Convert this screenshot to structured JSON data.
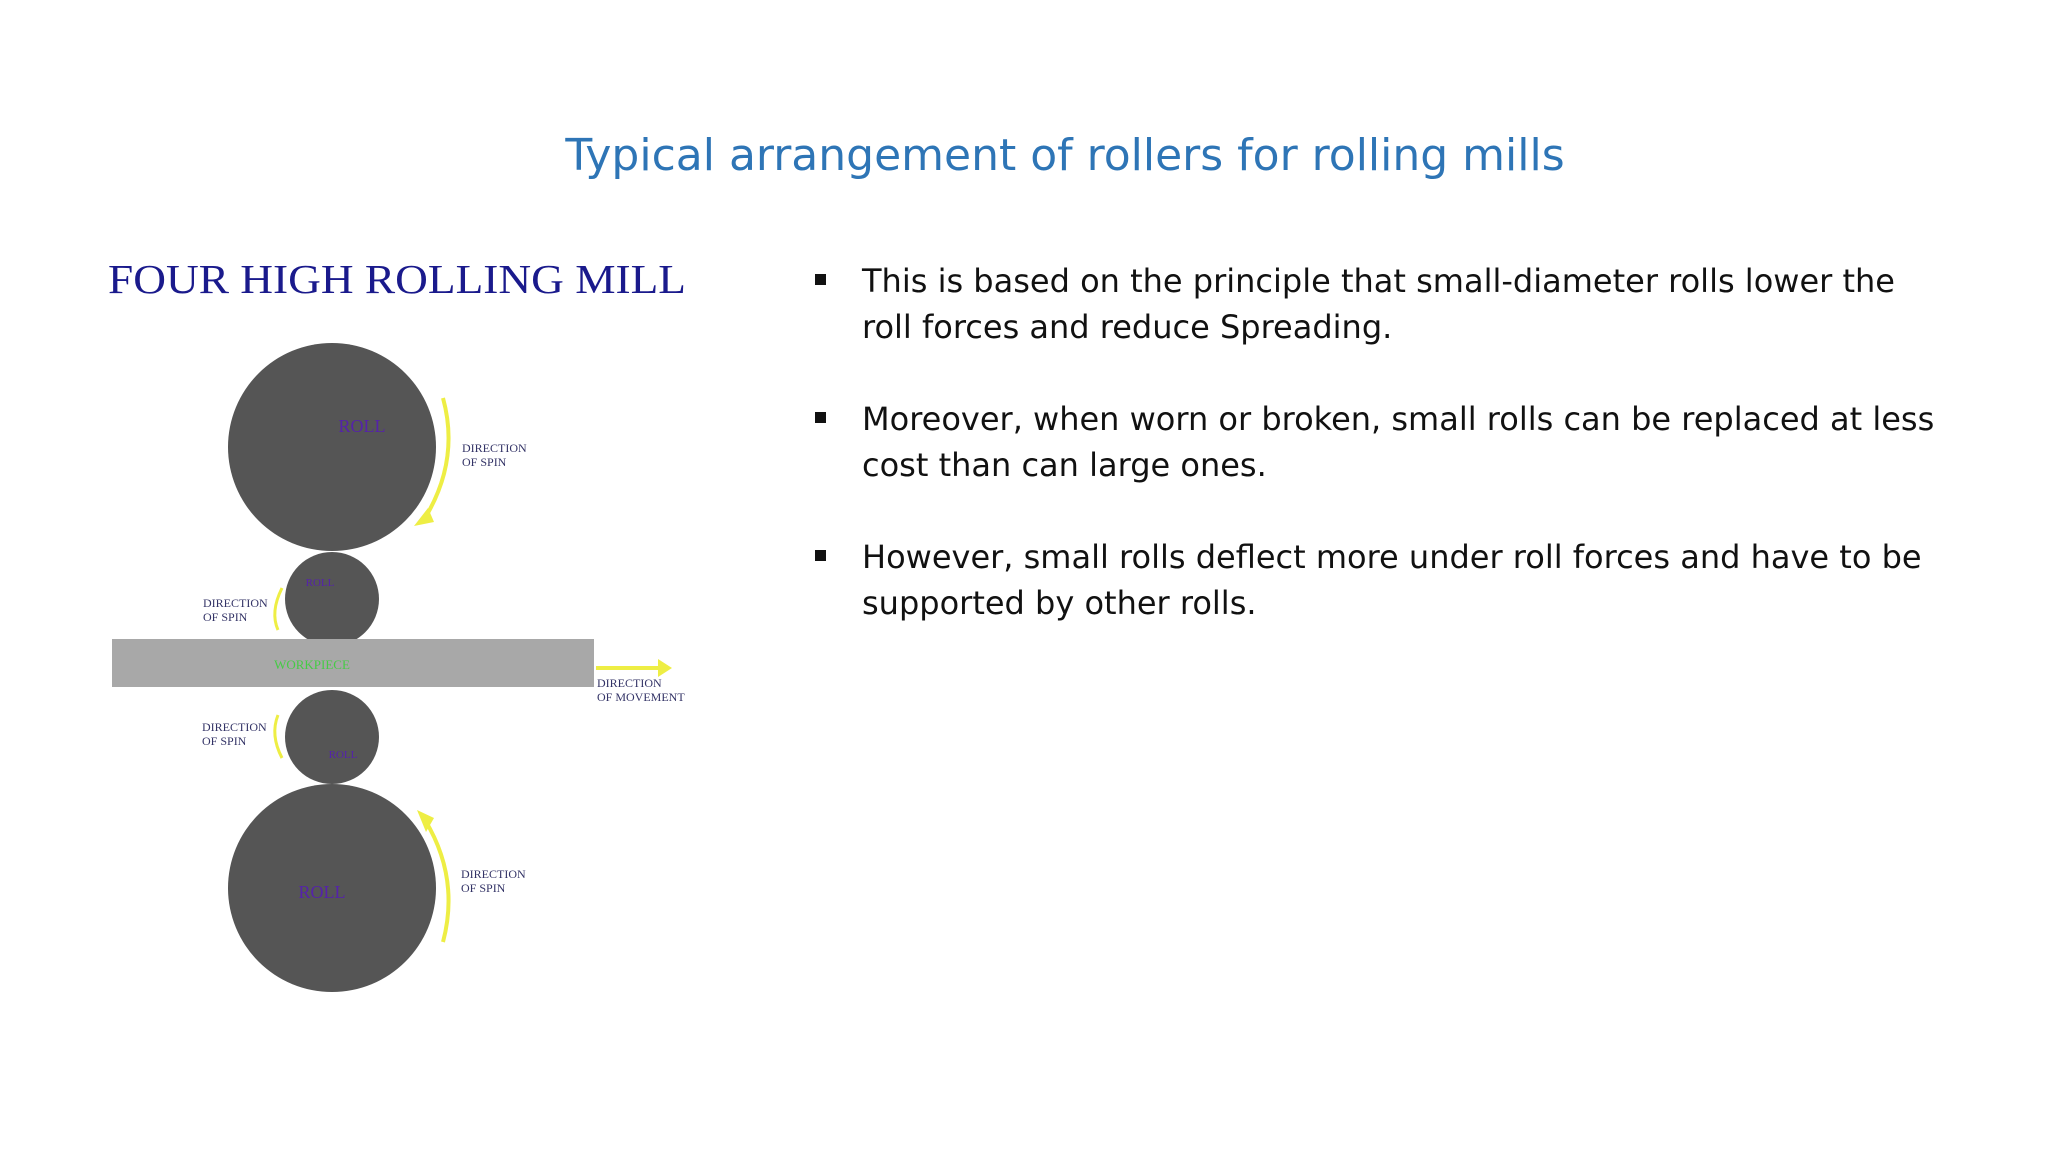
{
  "slide": {
    "title": "Typical arrangement of rollers for rolling mills"
  },
  "figure": {
    "heading": "FOUR HIGH ROLLING MILL",
    "labels": {
      "roll_top": "ROLL",
      "roll_small_top": "ROLL",
      "workpiece": "WORKPIECE",
      "roll_small_bottom": "ROLL",
      "roll_bottom": "ROLL",
      "spin_line1": "DIRECTION",
      "spin_line2": "OF SPIN",
      "movement_line1": "DIRECTION",
      "movement_line2": "OF MOVEMENT"
    },
    "colors": {
      "heading": "#1a1a8c",
      "roll": "#555555",
      "workpiece": "#a8a8a8",
      "arrow": "#eeee44",
      "roll_label": "#5522aa",
      "workpiece_label": "#44cc44",
      "annotation": "#333366"
    }
  },
  "bullets": [
    {
      "text": "This is based on the principle that small-diameter rolls lower the roll forces and reduce Spreading."
    },
    {
      "text": "Moreover, when worn or broken, small rolls can be replaced at less cost than can large ones."
    },
    {
      "text": "However, small rolls deflect more under roll forces and have to be supported by other rolls."
    }
  ]
}
